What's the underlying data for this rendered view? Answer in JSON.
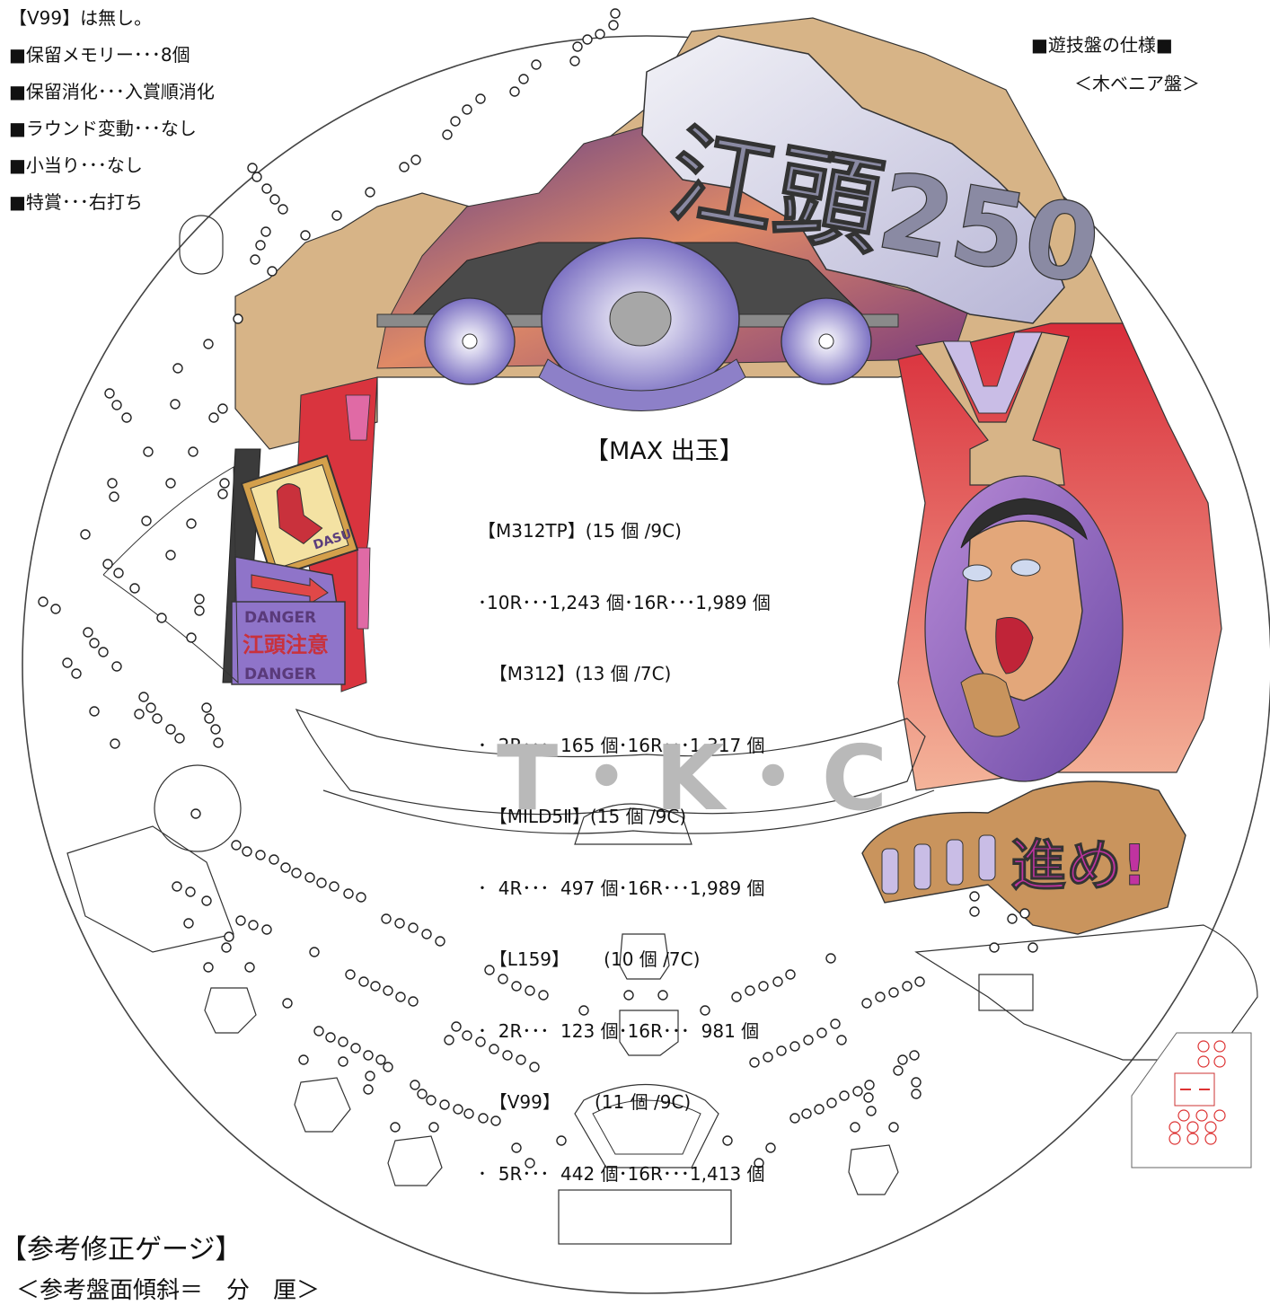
{
  "spec_list": [
    "【V99】は無し。",
    "■保留メモリー･･･8個",
    "■保留消化･･･入賞順消化",
    "■ラウンド変動･･･なし",
    "■小当り･･･なし",
    "■特賞･･･右打ち"
  ],
  "board_spec": {
    "title": "■遊技盤の仕様■",
    "sub": "＜木ベニア盤＞"
  },
  "max_payout": {
    "title": "【MAX 出玉】",
    "lines": [
      "【M312TP】(15 個 /9C)",
      "･10R･･･1,243 個･16R･･･1,989 個",
      "  【M312】(13 個 /7C)",
      "･  2R･･･  165 個･16R･･･1,317 個",
      "  【MILD5Ⅱ】(15 個 /9C)",
      "･  4R･･･  497 個･16R･･･1,989 個",
      "  【L159】      (10 個 /7C)",
      "･  2R･･･  123 個･16R･･･  981 個",
      "  【V99】      (11 個 /9C)",
      "･  5R･･･  442 個･16R･･･1,413 個"
    ]
  },
  "watermark": "T・K・C",
  "logo_text": "江頭250",
  "signs": {
    "dasu": "DASU",
    "danger_top": "DANGER",
    "danger_mid": "江頭注意",
    "danger_bottom": "DANGER"
  },
  "susume": "進め!",
  "gauge": {
    "title": "【参考修正ゲージ】",
    "sub": "＜参考盤面傾斜＝　分　厘＞"
  },
  "colors": {
    "frame_tan": "#d7b487",
    "red": "#d9343e",
    "purple": "#9a7cc9",
    "lilac": "#c9bde6",
    "pink": "#e06aa5",
    "gray_text": "#b9b9b9"
  }
}
